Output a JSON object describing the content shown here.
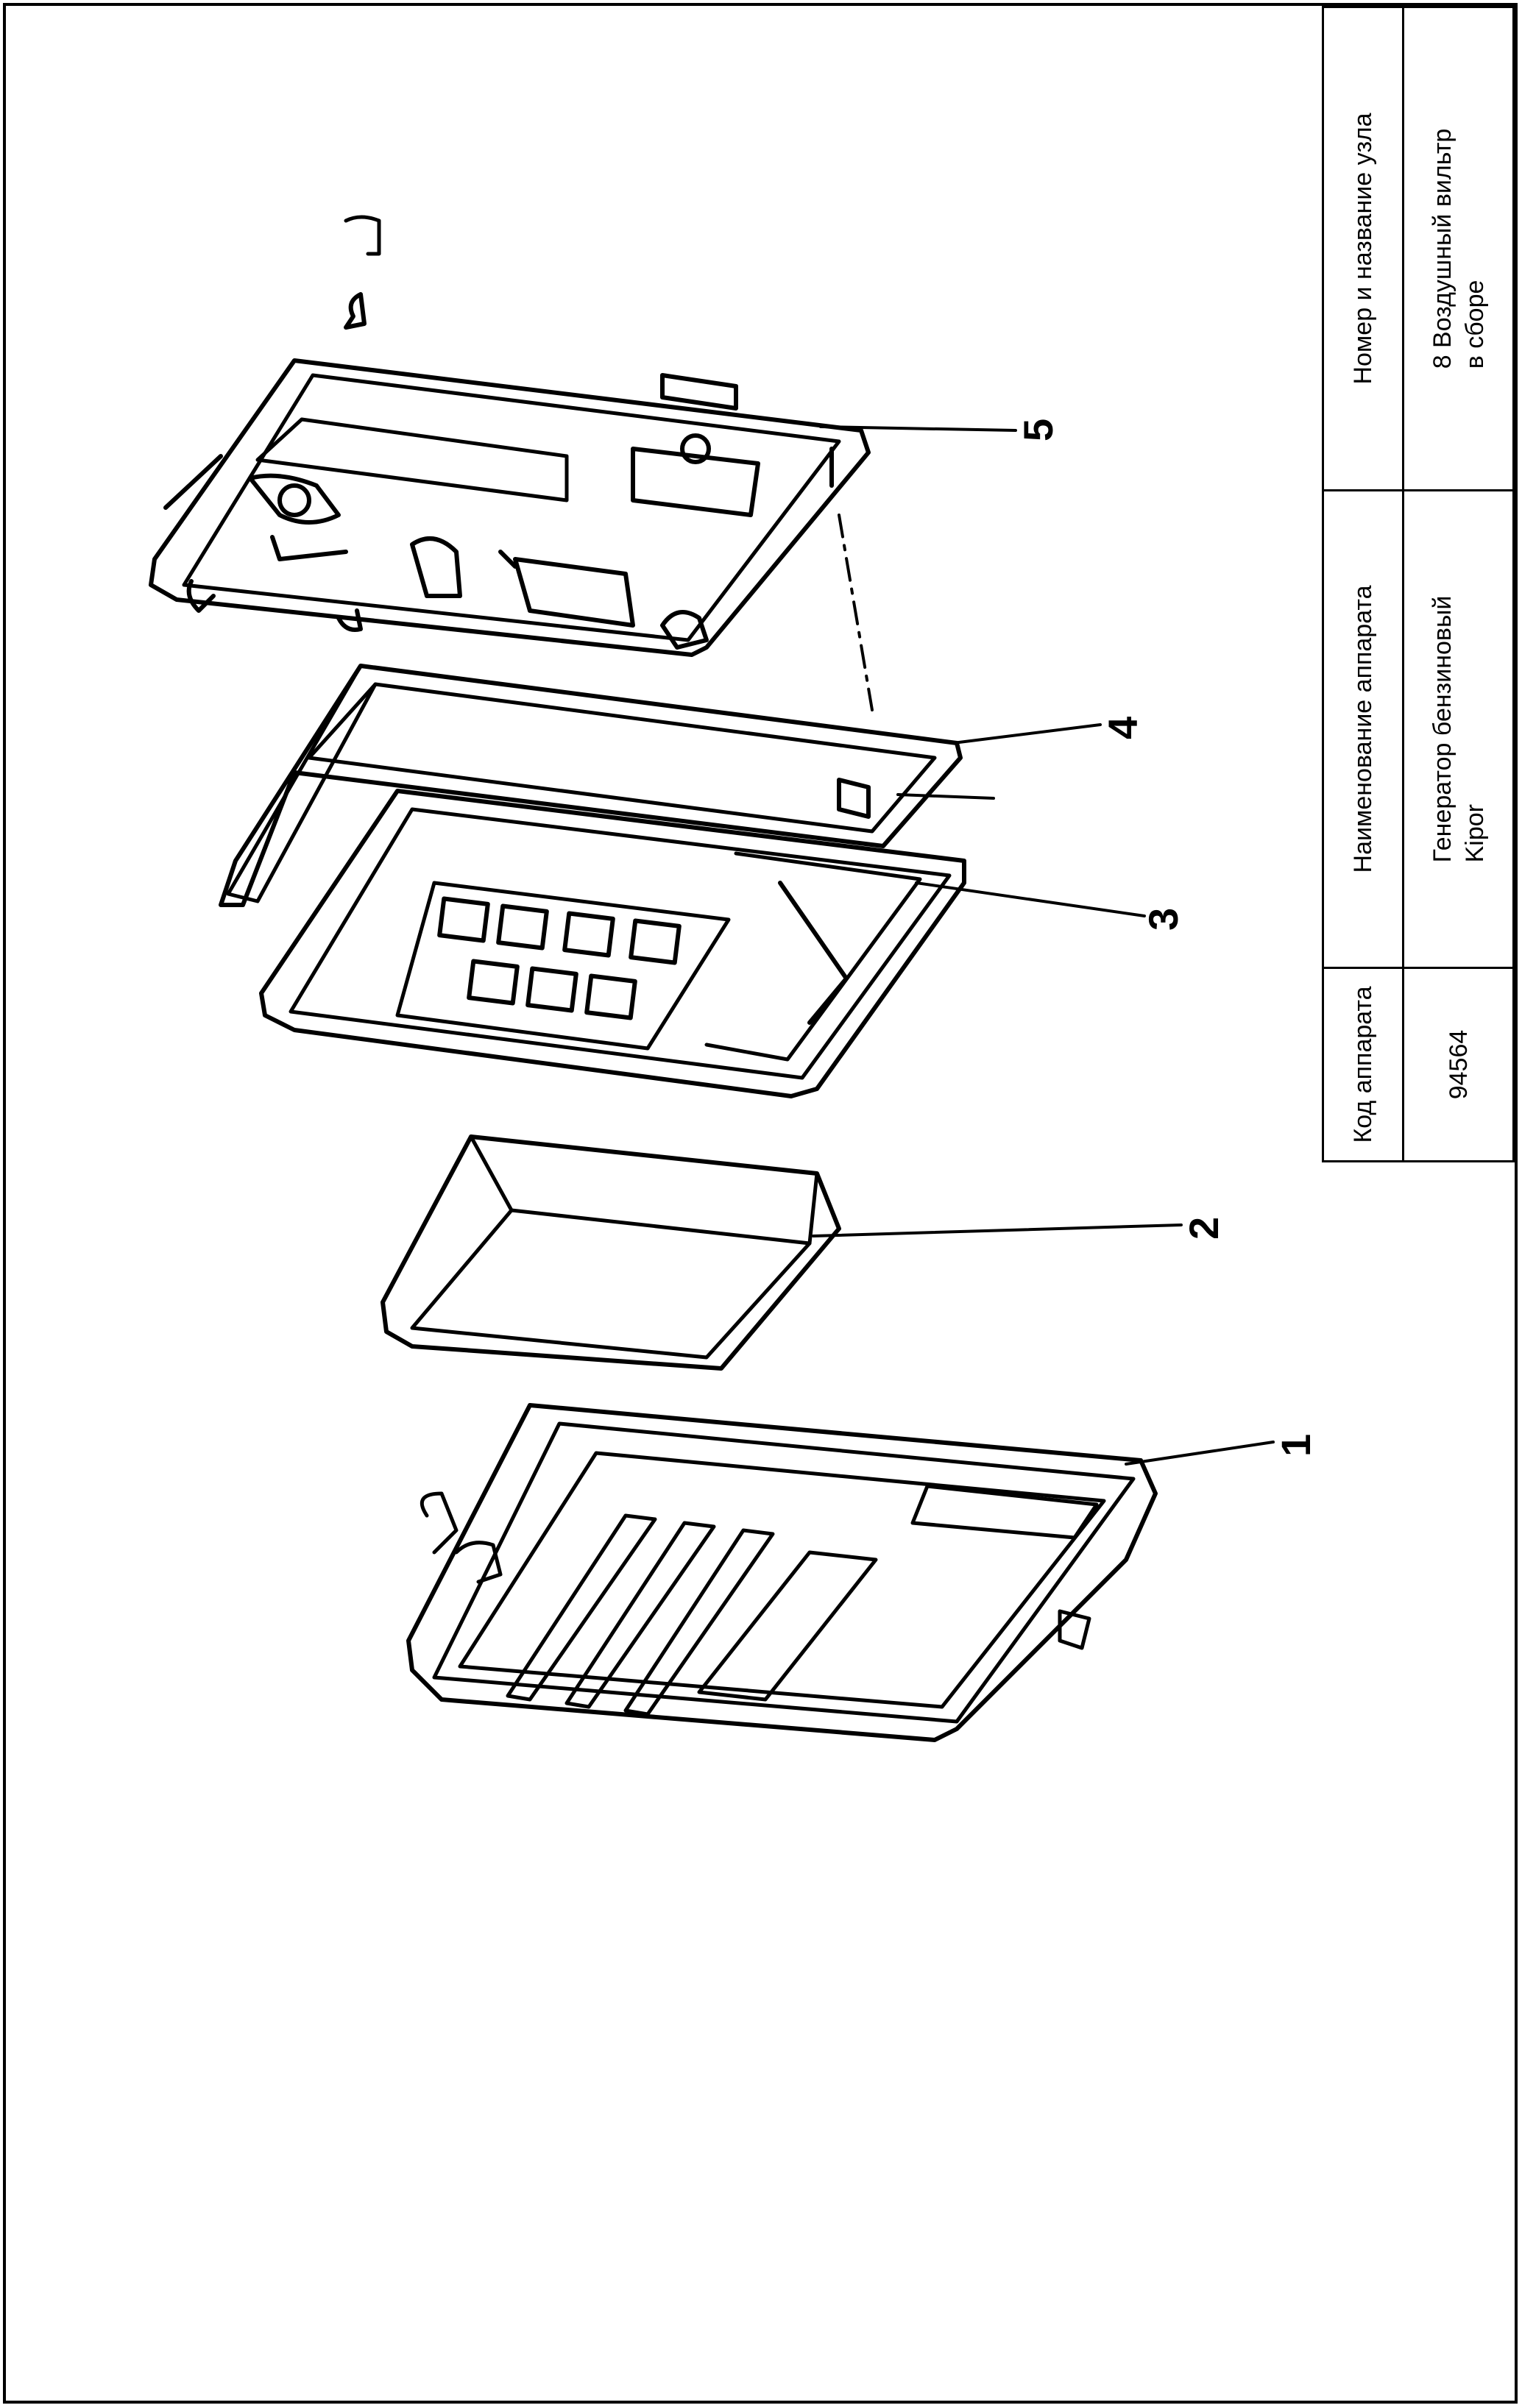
{
  "title_block": {
    "headers": {
      "code": "Код аппарата",
      "device_name": "Наименование аппарата",
      "unit": "Номер и название узла"
    },
    "values": {
      "code": "94564",
      "device_name_line1": "Генератор бензиновый",
      "device_name_line2": "Kipor",
      "unit_line1": "8 Воздушный вильтр",
      "unit_line2": "в сборе"
    }
  },
  "callouts": {
    "c1": "1",
    "c2": "2",
    "c3": "3",
    "c4": "4",
    "c5": "5"
  }
}
